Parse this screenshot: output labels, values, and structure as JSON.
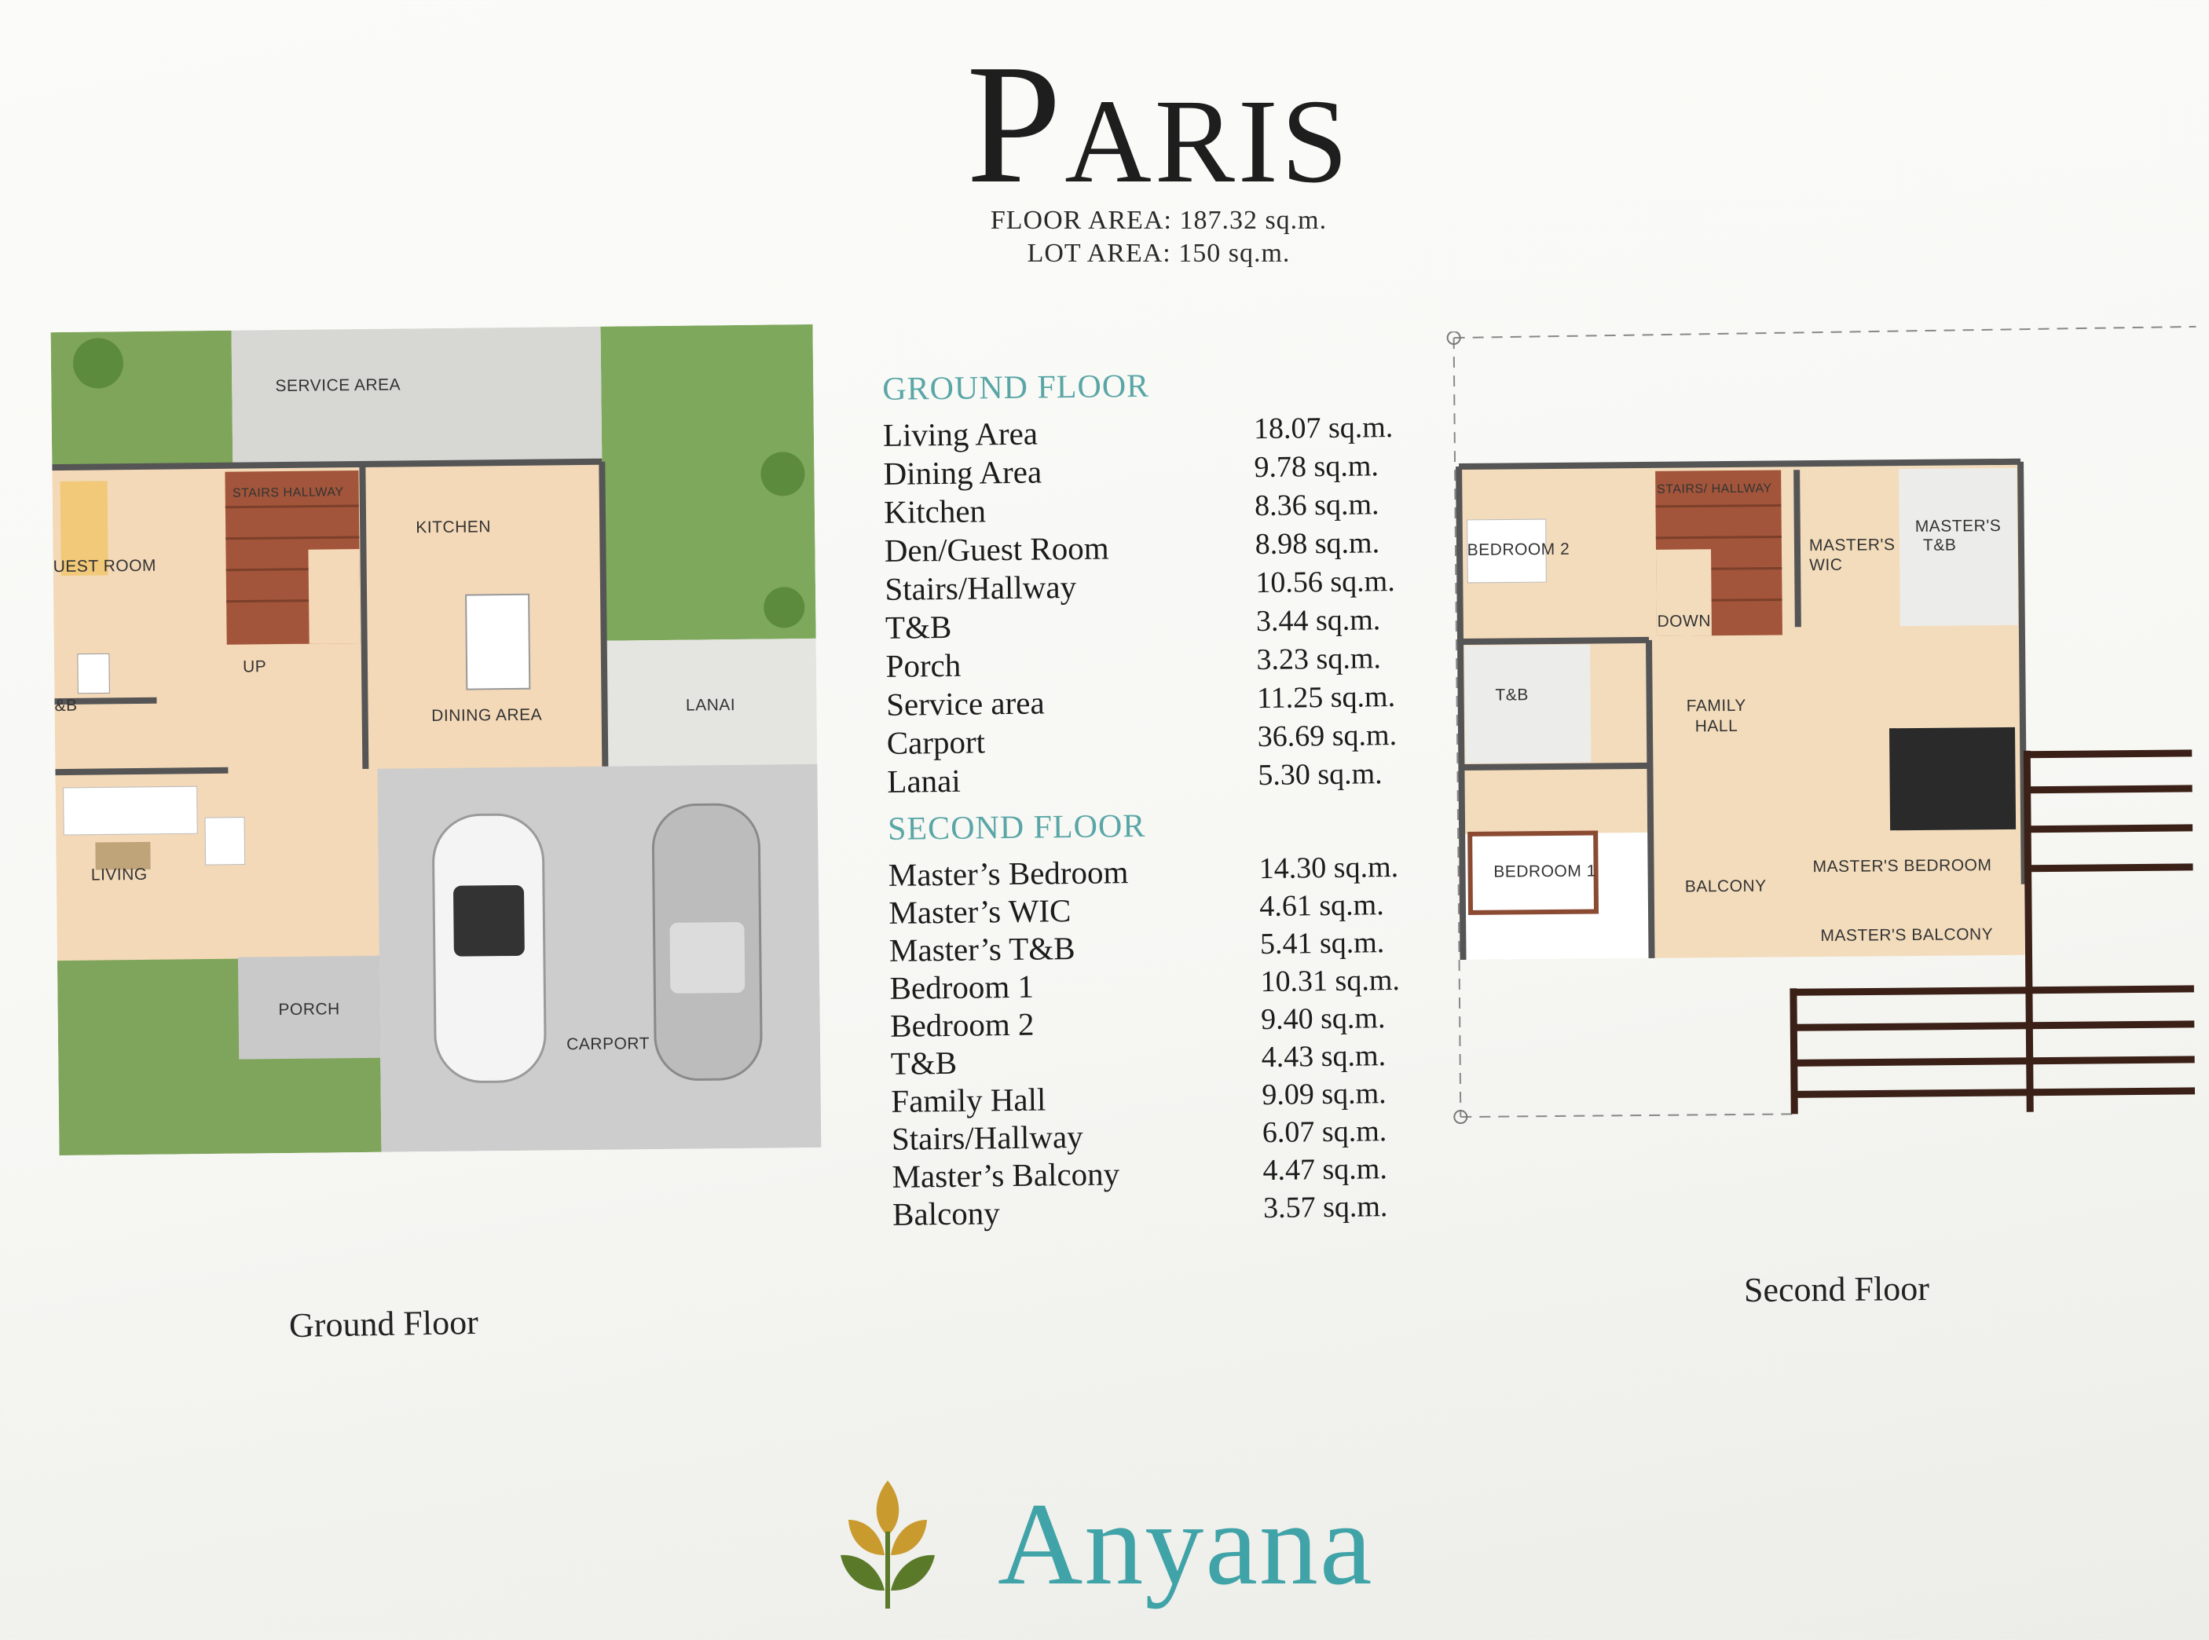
{
  "header": {
    "title": "Paris",
    "floor_area": "FLOOR AREA: 187.32 sq.m.",
    "lot_area": "LOT AREA: 150 sq.m."
  },
  "ground_plan": {
    "labels": {
      "service_area": "SERVICE AREA",
      "stairs_hallway": "STAIRS HALLWAY",
      "kitchen": "KITCHEN",
      "guest_room": "UEST ROOM",
      "up": "UP",
      "tb": "&B",
      "dining_area": "DINING AREA",
      "lanai": "LANAI",
      "living": "LIVING",
      "porch": "PORCH",
      "carport": "CARPORT"
    },
    "caption": "Ground Floor"
  },
  "second_plan": {
    "labels": {
      "bedroom2": "BEDROOM 2",
      "stairs_hallway": "STAIRS/ HALLWAY",
      "down": "DOWN",
      "masters_wic_1": "MASTER'S",
      "masters_wic_2": "WIC",
      "masters_tb_1": "MASTER'S",
      "masters_tb_2": "T&B",
      "tb": "T&B",
      "family_hall_1": "FAMILY",
      "family_hall_2": "HALL",
      "bedroom1": "BEDROOM 1",
      "balcony": "BALCONY",
      "masters_bedroom": "MASTER'S BEDROOM",
      "masters_balcony": "MASTER'S BALCONY"
    },
    "caption": "Second Floor"
  },
  "areas": {
    "ground_heading": "GROUND FLOOR",
    "ground": [
      {
        "name": "Living Area",
        "value": "18.07 sq.m."
      },
      {
        "name": "Dining Area",
        "value": "9.78 sq.m."
      },
      {
        "name": "Kitchen",
        "value": "8.36 sq.m."
      },
      {
        "name": "Den/Guest Room",
        "value": "8.98 sq.m."
      },
      {
        "name": "Stairs/Hallway",
        "value": "10.56 sq.m."
      },
      {
        "name": "T&B",
        "value": "3.44 sq.m."
      },
      {
        "name": "Porch",
        "value": "3.23 sq.m."
      },
      {
        "name": "Service area",
        "value": "11.25 sq.m."
      },
      {
        "name": "Carport",
        "value": "36.69 sq.m."
      },
      {
        "name": "Lanai",
        "value": "5.30 sq.m."
      }
    ],
    "second_heading": "SECOND FLOOR",
    "second": [
      {
        "name": "Master’s Bedroom",
        "value": "14.30 sq.m."
      },
      {
        "name": "Master’s WIC",
        "value": "4.61 sq.m."
      },
      {
        "name": "Master’s T&B",
        "value": "5.41 sq.m."
      },
      {
        "name": "Bedroom 1",
        "value": "10.31 sq.m."
      },
      {
        "name": "Bedroom 2",
        "value": "9.40 sq.m."
      },
      {
        "name": "T&B",
        "value": "4.43 sq.m."
      },
      {
        "name": "Family Hall",
        "value": "9.09 sq.m."
      },
      {
        "name": "Stairs/Hallway",
        "value": "6.07 sq.m."
      },
      {
        "name": "Master’s Balcony",
        "value": "4.47 sq.m."
      },
      {
        "name": "Balcony",
        "value": "3.57 sq.m."
      }
    ]
  },
  "brand": {
    "name": "Anyana",
    "logo_icon": "leaf-sprig-icon",
    "colors": {
      "teal": "#3fa3a8",
      "gold": "#c99a2e",
      "green": "#5a7a2a"
    }
  }
}
